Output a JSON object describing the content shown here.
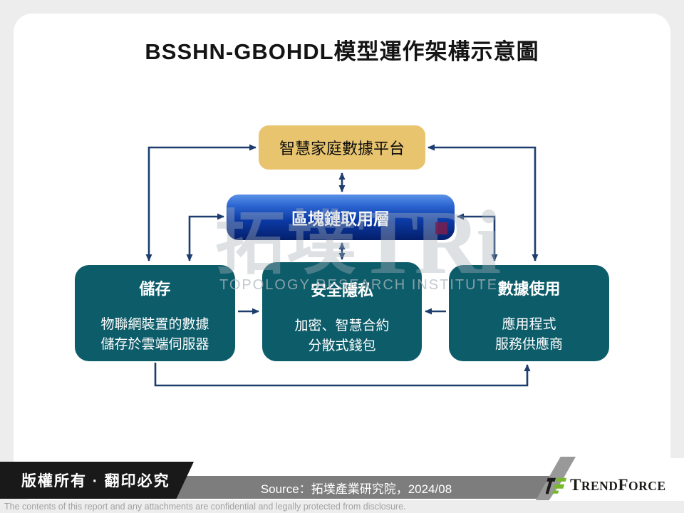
{
  "slide": {
    "title": "BSSHN-GBOHDL模型運作架構示意圖"
  },
  "diagram": {
    "platform": {
      "label": "智慧家庭數據平台"
    },
    "blockchain": {
      "label": "區塊鏈取用層"
    },
    "storage": {
      "title": "儲存",
      "lines": [
        "物聯網裝置的數據",
        "儲存於雲端伺服器"
      ]
    },
    "security": {
      "title": "安全隱私",
      "lines": [
        "加密、智慧合約",
        "分散式錢包"
      ]
    },
    "usage": {
      "title": "數據使用",
      "lines": [
        "應用程式",
        "服務供應商"
      ]
    }
  },
  "watermark": {
    "cjk": "拓墣",
    "latin": "TRi",
    "subtitle": "TOPOLOGY RESEARCH INSTITUTE"
  },
  "footer": {
    "copyright": "版權所有 · 翻印必究",
    "source": "Source：拓墣產業研究院，2024/08",
    "disclaimer": "The contents of this report and any attachments are confidential and legally protected from disclosure.",
    "logo": {
      "t1": "T",
      "t2": "REND",
      "t3": "F",
      "t4": "ORCE"
    }
  },
  "colors": {
    "gold_box": "#e8c46f",
    "blue_box_top": "#5a92e8",
    "blue_box_bottom": "#041f6a",
    "teal_box": "#0d5c6a",
    "arrow": "#1c3d6e",
    "logo_green": "#76b82a",
    "logo_black": "#1a1a1a",
    "watermark_dot": "#7b1f4e",
    "footer_bar": "#7d7d7d"
  }
}
